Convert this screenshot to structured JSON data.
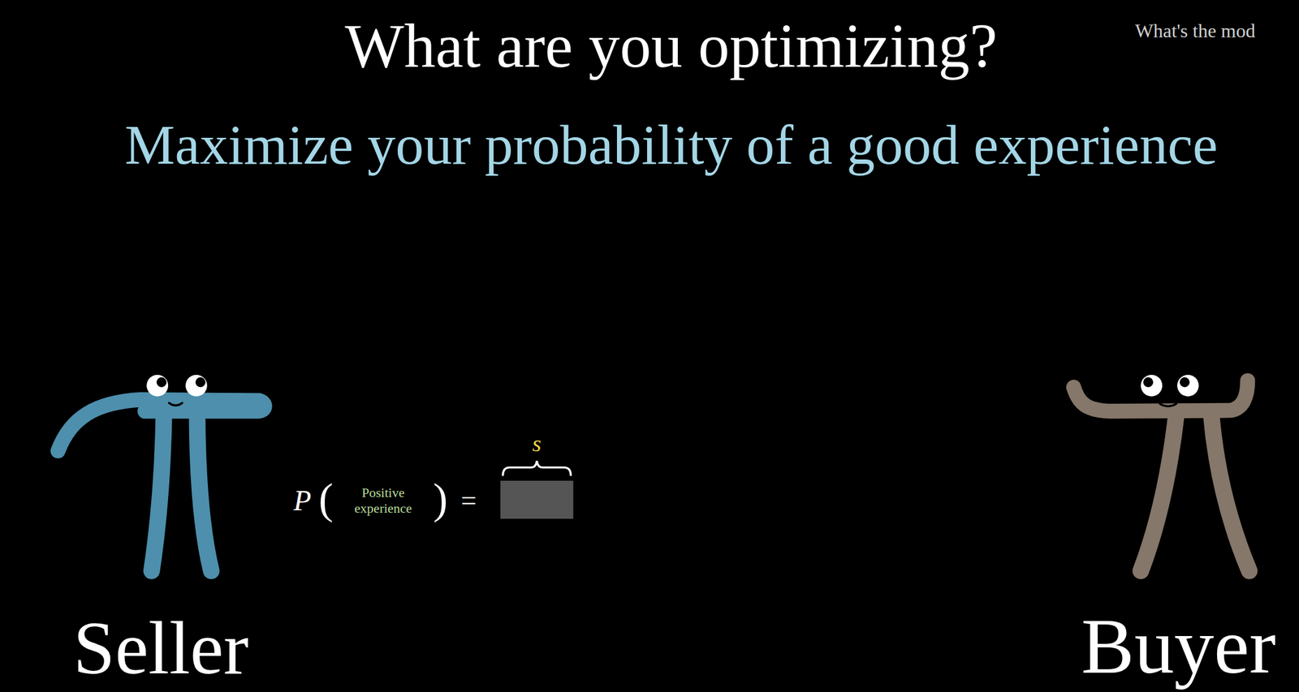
{
  "diagram": {
    "title": "What are you optimizing?",
    "labels": [
      "What's the mod",
      "Maximize your probability of a good experience",
      "P",
      "(",
      "Positive experience",
      ")",
      "=",
      "s",
      "Seller",
      "Buyer"
    ]
  }
}
